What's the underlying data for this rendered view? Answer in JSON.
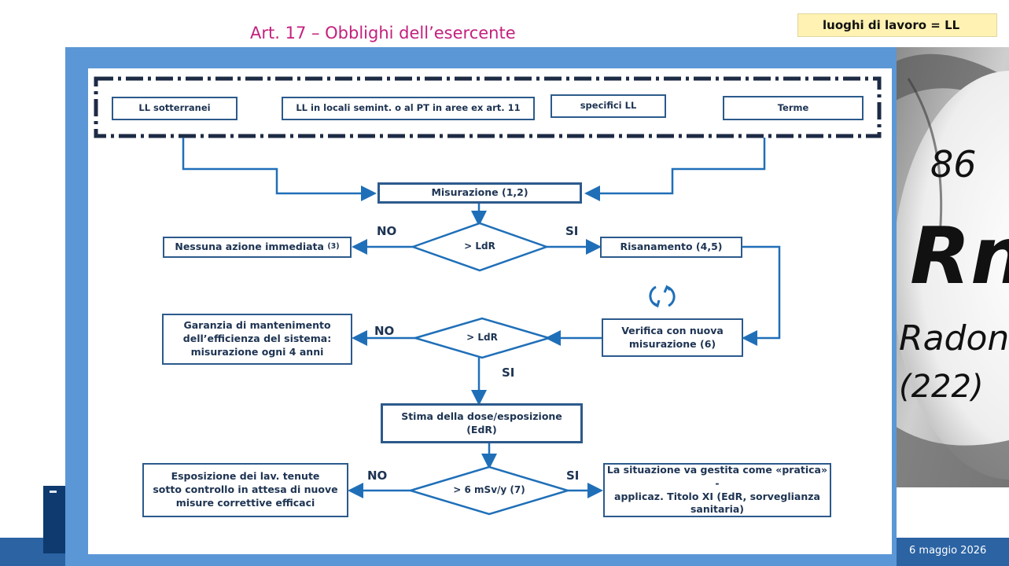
{
  "slide": {
    "title": "Art. 17 – Obblighi dell’esercente",
    "tag": "luoghi di lavoro = LL",
    "date": "6 maggio 2026"
  },
  "flowchart": {
    "top_boxes": [
      "LL sotterranei",
      "LL in locali semint. o al PT in aree ex art. 11",
      "specifici LL",
      "Terme"
    ],
    "measure": "Misurazione (1,2)",
    "decision1": "> LdR",
    "no_action": "Nessuna azione immediata",
    "no_action_ref": "(3)",
    "remediation": "Risanamento (4,5)",
    "verify": [
      "Verifica con nuova",
      "misurazione (6)"
    ],
    "decision2": "> LdR",
    "guarantee": [
      "Garanzia di mantenimento",
      "dell’efficienza del sistema:",
      "misurazione ogni 4 anni"
    ],
    "estimate": [
      "Stima della dose/esposizione",
      "(EdR)"
    ],
    "decision3": "> 6 mSv/y (7)",
    "exposure": [
      "Esposizione dei lav. tenute",
      "sotto controllo in attesa di nuove",
      "misure correttive efficaci"
    ],
    "practice": [
      "La situazione va gestita come «pratica» -",
      "applicaz. Titolo XI (EdR, sorveglianza",
      "sanitaria)"
    ],
    "labels": {
      "no1": "NO",
      "si1": "SI",
      "no2": "NO",
      "si2": "SI",
      "no3": "NO",
      "si3": "SI"
    }
  },
  "photo": {
    "number": "86",
    "symbol": "Rn",
    "name": "Radon",
    "mass": "(222)"
  }
}
